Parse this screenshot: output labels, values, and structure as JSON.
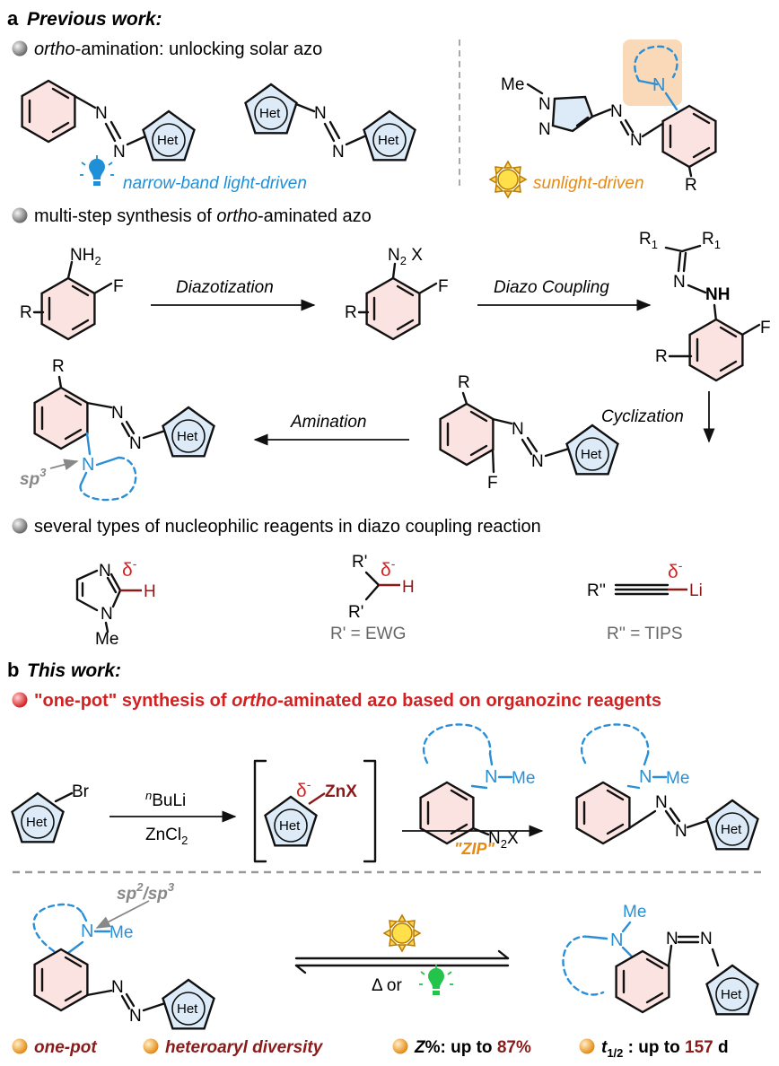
{
  "part_a": {
    "label": "a",
    "title": "Previous work:",
    "bullet1_italic": "ortho",
    "bullet1_rest": "-amination: unlocking solar azo",
    "het": "Het",
    "narrow_band": "narrow-band light-driven",
    "sunlight": "sunlight-driven",
    "me": "Me",
    "n": "N",
    "r": "R",
    "bullet2_pre": "multi-step synthesis of ",
    "bullet2_italic": "ortho",
    "bullet2_post": "-aminated azo",
    "nh2": "NH",
    "sub2": "2",
    "f": "F",
    "n2x_n": "N",
    "n2x_x": "X",
    "diazotization": "Diazotization",
    "diazo_coupling": "Diazo Coupling",
    "r1": "R",
    "sub1": "1",
    "nh": "NH",
    "cyclization": "Cyclization",
    "amination": "Amination",
    "sp": "sp",
    "sup3": "3",
    "bullet3": "several types of nucleophilic reagents in diazo coupling reaction",
    "delta": "δ",
    "minus": "-",
    "h": "H",
    "rprime": "R'",
    "rprime_eq": "R' = EWG",
    "rdprime": "R''",
    "li": "Li",
    "rdprime_eq": "R'' = TIPS"
  },
  "part_b": {
    "label": "b",
    "title": "This work:",
    "headline_pre": "\"one-pot\" synthesis of ",
    "headline_italic": "ortho",
    "headline_post": "-aminated azo based on organozinc reagents",
    "br": "Br",
    "nbuli_sup": "n",
    "nbuli": "BuLi",
    "zncl": "ZnCl",
    "znx": "ZnX",
    "nme": "N",
    "me": "Me",
    "n2x": "N",
    "x": "X",
    "zip": "\"ZIP\"",
    "sp2sp3_a": "sp",
    "sup2": "2",
    "slash": "/",
    "sp2sp3_b": "sp",
    "delta_or": "Δ or",
    "one_pot": "one-pot",
    "hetero_diversity": "heteroaryl diversity",
    "z_label": "Z",
    "z_rest": "%: up to ",
    "z_value": "87%",
    "t_label": "t",
    "t_sub": "1/2",
    "t_rest": " : up to ",
    "t_value": "157",
    "t_unit": " d"
  },
  "colors": {
    "accent_red": "#d42020",
    "dark_red": "#8b1a1a",
    "amine_blue": "#2a8fd6",
    "narrow_blue": "#1f8fd8",
    "sun_orange": "#e58a14",
    "gray": "#888888",
    "benzene_fill": "#fbe3e1",
    "het_fill": "#dcebf7",
    "highlight": "#f9d9b8"
  }
}
